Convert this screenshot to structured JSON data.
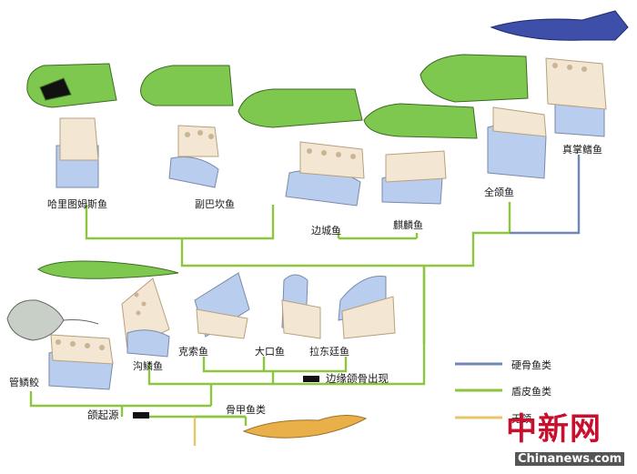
{
  "colors": {
    "bony_fish": "#6f86b8",
    "placoderm": "#8cc63f",
    "jawless": "#e9c46a",
    "fish_green": "#7ec850",
    "jaw_blue": "#b9cdee",
    "tooth_cream": "#f3e6d3"
  },
  "taxa": {
    "entelognathus_left": "哈里图姆斯鱼",
    "fuyang": "副巴坎鱼",
    "bianchengyu": "边城鱼",
    "qilinyu": "麒麟鱼",
    "quanhe": "全颌鱼",
    "zhenzhang": "真掌鳍鱼",
    "kesuo": "克索鱼",
    "dakou": "大口鱼",
    "ladong": "拉东廷鱼",
    "goulin": "沟鳞鱼",
    "guanlinjiao": "管鳞鲛",
    "gujia": "骨甲鱼类"
  },
  "events": {
    "marginal_jaw": "边缘颌骨出现",
    "jaw_origin": "颌起源"
  },
  "legend": [
    {
      "label": "硬骨鱼类",
      "color": "#6f86b8"
    },
    {
      "label": "盾皮鱼类",
      "color": "#8cc63f"
    },
    {
      "label": "无颌",
      "color": "#e9c46a"
    }
  ],
  "watermark": {
    "cn": "中新网",
    "en": "Chinanews.com"
  },
  "icons": [
    "fish-head-illustration",
    "jaw-bone-illustration",
    "tooth-plate-illustration"
  ]
}
